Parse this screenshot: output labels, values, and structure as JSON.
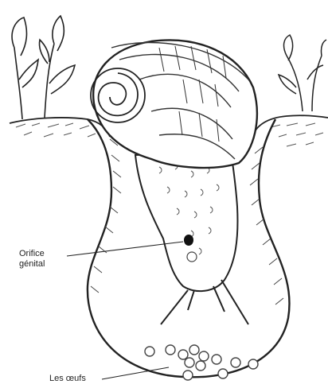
{
  "labels": {
    "genital_line1": "Orifice",
    "genital_line2": "génital",
    "eggs": "Les œufs"
  },
  "colors": {
    "ink": "#222222",
    "paper": "#ffffff",
    "soil_hatch": "#555555"
  }
}
